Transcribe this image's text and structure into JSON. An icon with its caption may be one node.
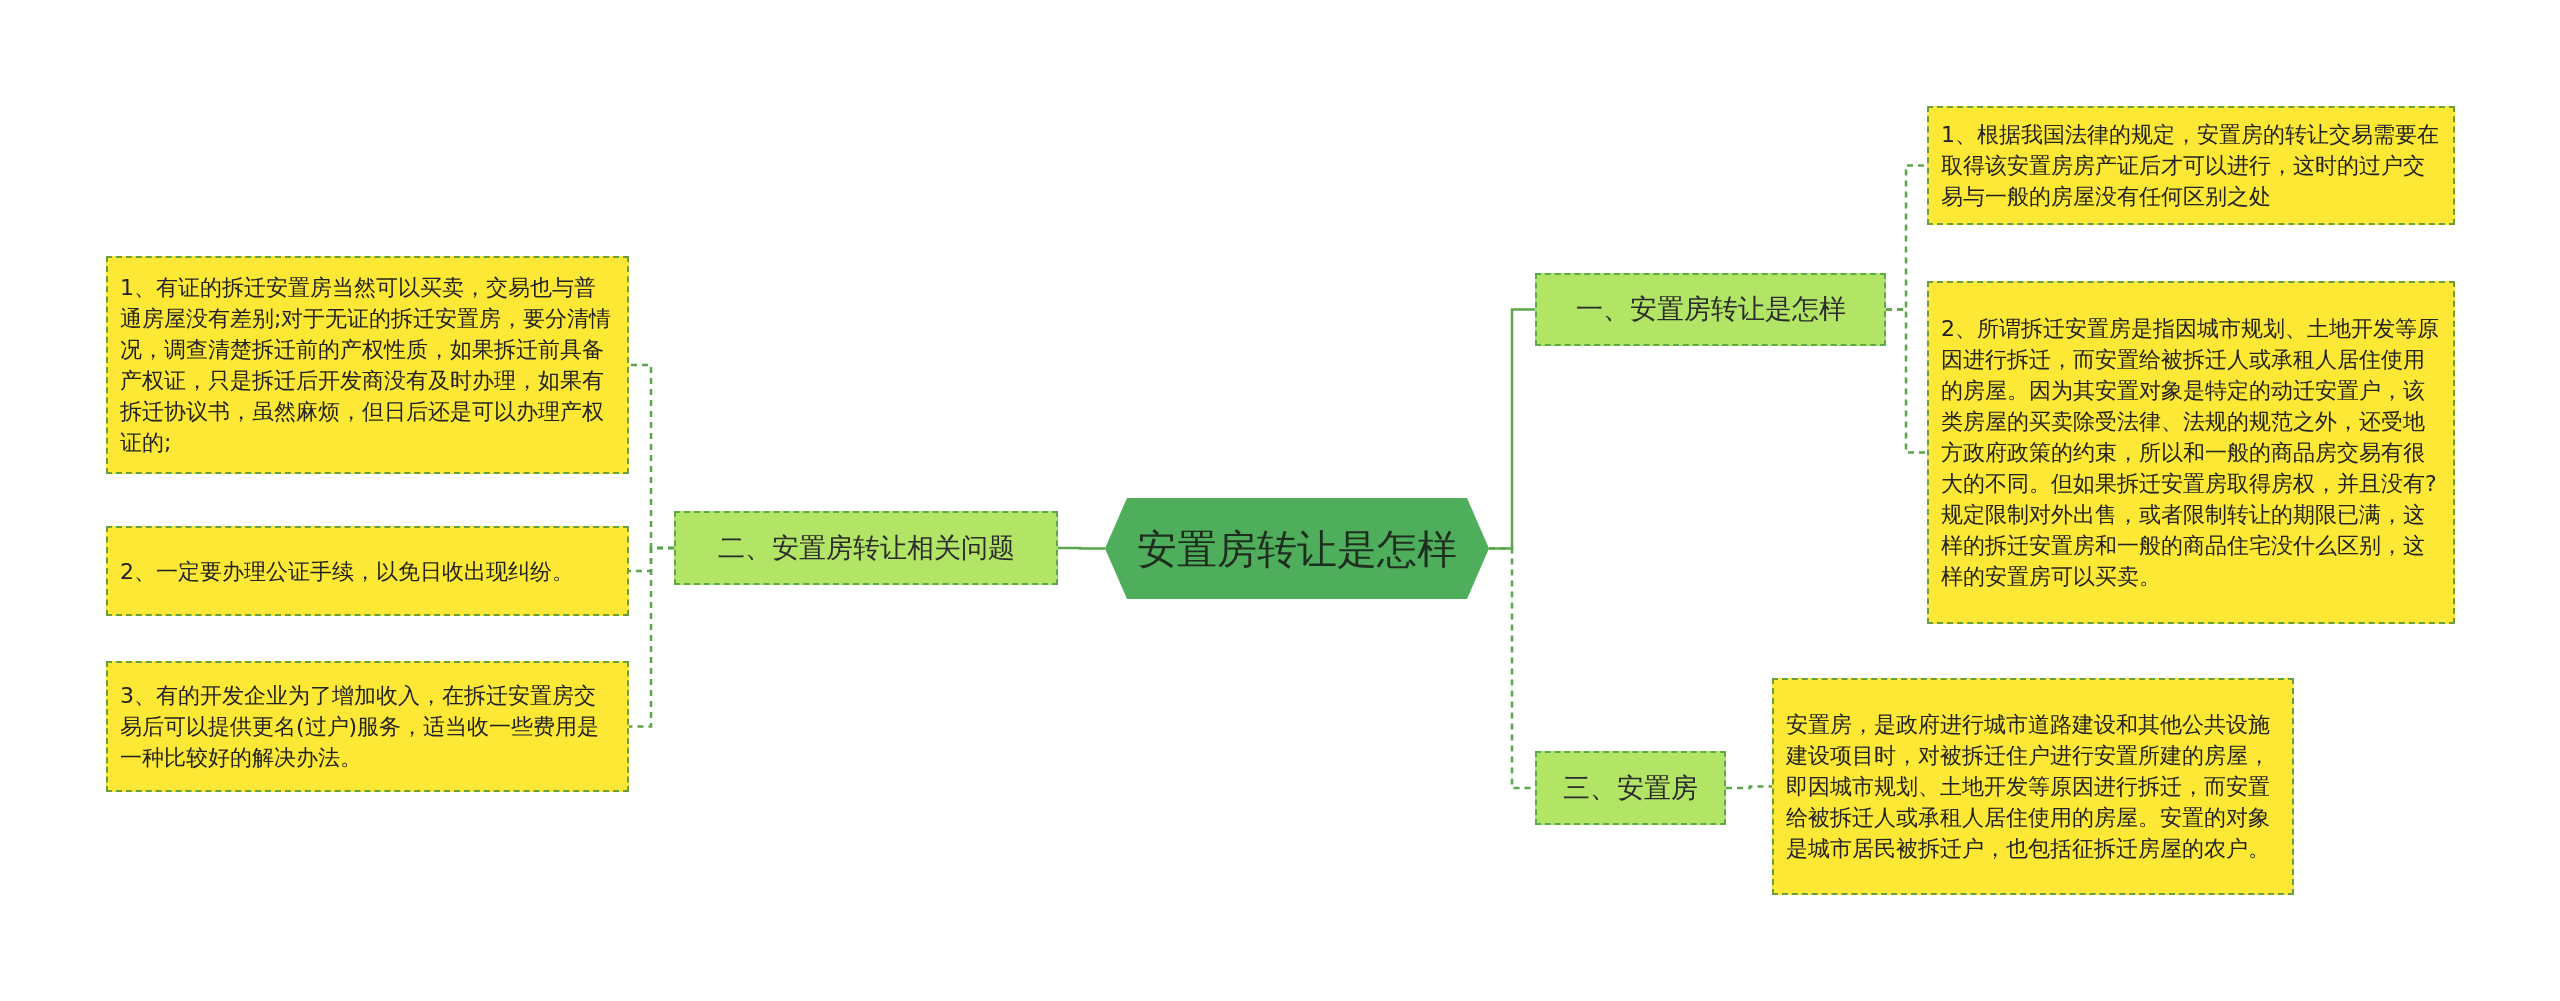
{
  "diagram": {
    "nodes": [
      {
        "text": [
          "安置房转让是怎样"
        ]
      },
      {
        "text": [
          "一、安置房转让是怎样"
        ]
      },
      {
        "text": [
          "1、根据我国法律的规定，安置房的转让交易需要在取得该安置房房产证后才可以进行，这时的过户交易与一般的房屋没有任何区别之处"
        ]
      },
      {
        "text": [
          "2、所谓拆迁安置房是指因城市规划、土地开发等原因进行拆迁，而安置给被拆迁人或承租人居住使用的房屋。因为其安置对象是特定的动迁安置户，该类房屋的买卖除受法律、法规的规范之外，还受地方政府政策的约束，所以和一般的商品房交易有很大的不同。但如果拆迁安置房取得房权，并且没有?规定限制对外出售，或者限制转让的期限已满，这样的拆迁安置房和一般的商品住宅没什么区别，这样的安置房可以买卖。"
        ]
      },
      {
        "text": [
          "三、安置房"
        ]
      },
      {
        "text": [
          "安置房，是政府进行城市道路建设和其他公共设施建设项目时，对被拆迁住户进行安置所建的房屋，即因城市规划、土地开发等原因进行拆迁，而安置给被拆迁人或承租人居住使用的房屋。安置的对象是城市居民被拆迁户，也包括征拆迁房屋的农户。"
        ]
      },
      {
        "text": [
          "二、安置房转让相关问题"
        ]
      },
      {
        "text": [
          "1、有证的拆迁安置房当然可以买卖，交易也与普通房屋没有差别;对于无证的拆迁安置房，要分清情况，调查清楚拆迁前的产权性质，如果拆迁前具备产权证，只是拆迁后开发商没有及时办理，如果有拆迁协议书，虽然麻烦，但日后还是可以办理产权证的;"
        ]
      },
      {
        "text": [
          "2、一定要办理公证手续，以免日收出现纠纷。"
        ]
      },
      {
        "text": [
          "3、有的开发企业为了增加收入，在拆迁安置房交易后可以提供更名(过户)服务，适当收一些费用是一种比较好的解决办法。"
        ]
      }
    ],
    "edges": [
      {
        "from": 0,
        "to": 1,
        "arrow": "none"
      },
      {
        "from": 1,
        "to": 2,
        "arrow": "none",
        "style": "dashed"
      },
      {
        "from": 1,
        "to": 3,
        "arrow": "none",
        "style": "dashed"
      },
      {
        "from": 0,
        "to": 4,
        "arrow": "none",
        "style": "dashed"
      },
      {
        "from": 4,
        "to": 5,
        "arrow": "none",
        "style": "dashed"
      },
      {
        "from": 0,
        "to": 6,
        "arrow": "none"
      },
      {
        "from": 6,
        "to": 7,
        "arrow": "none",
        "style": "dashed"
      },
      {
        "from": 6,
        "to": 8,
        "arrow": "none",
        "style": "dashed"
      },
      {
        "from": 6,
        "to": 9,
        "arrow": "none",
        "style": "dashed"
      }
    ]
  }
}
